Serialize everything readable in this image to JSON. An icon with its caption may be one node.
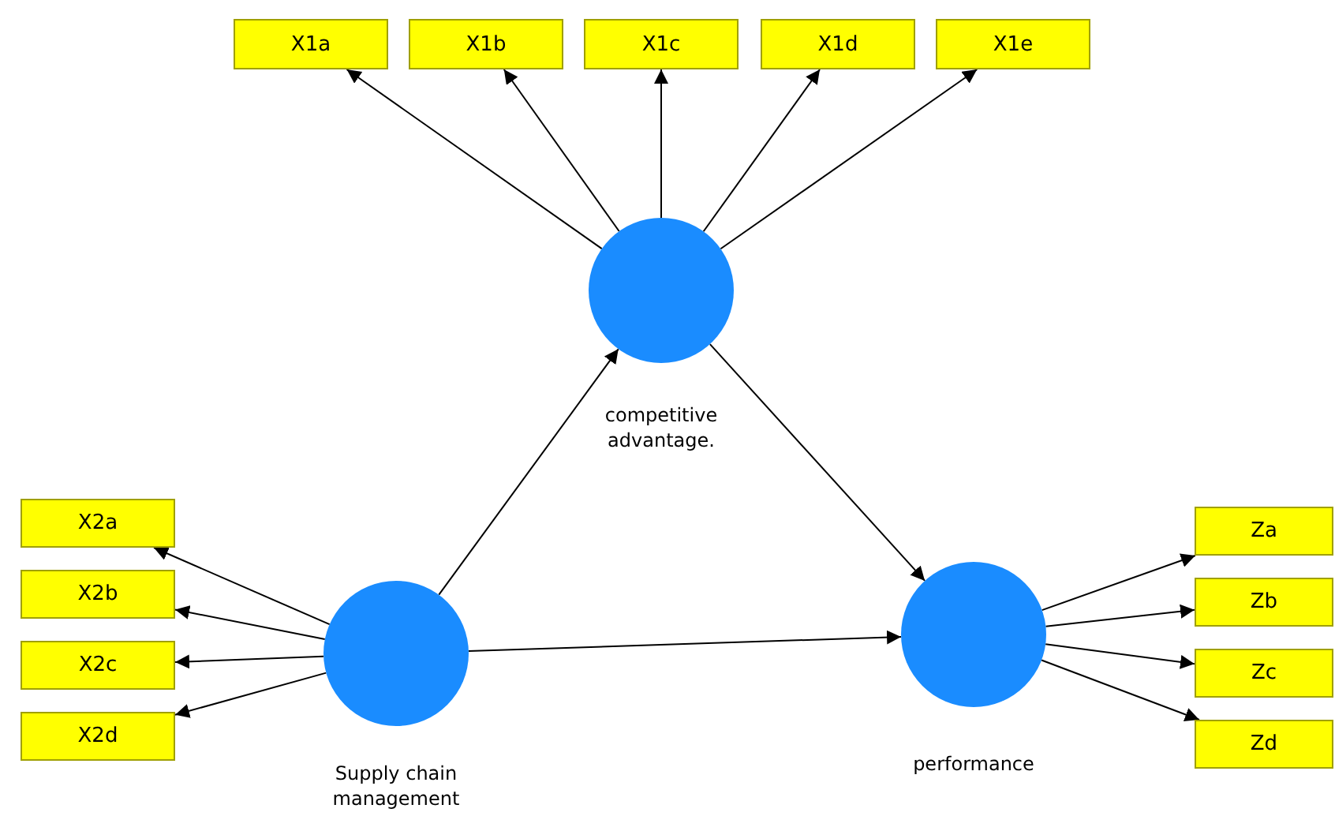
{
  "diagram": {
    "nodes": [
      {
        "text": [
          "X1a"
        ]
      },
      {
        "text": [
          "X1b"
        ]
      },
      {
        "text": [
          "X1c"
        ]
      },
      {
        "text": [
          "X1d"
        ]
      },
      {
        "text": [
          "X1e"
        ]
      },
      {
        "text": [
          "competitive advantage."
        ]
      },
      {
        "text": [
          "X2a"
        ]
      },
      {
        "text": [
          "X2b"
        ]
      },
      {
        "text": [
          "X2c"
        ]
      },
      {
        "text": [
          "X2d"
        ]
      },
      {
        "text": [
          "Supply chain management"
        ]
      },
      {
        "text": [
          "performance"
        ]
      },
      {
        "text": [
          "Za"
        ]
      },
      {
        "text": [
          "Zb"
        ]
      },
      {
        "text": [
          "Zc"
        ]
      },
      {
        "text": [
          "Zd"
        ]
      }
    ],
    "edges": [
      {
        "from": 5,
        "to": 0,
        "arrow": "to"
      },
      {
        "from": 5,
        "to": 1,
        "arrow": "to"
      },
      {
        "from": 5,
        "to": 2,
        "arrow": "to"
      },
      {
        "from": 5,
        "to": 3,
        "arrow": "to"
      },
      {
        "from": 5,
        "to": 4,
        "arrow": "to"
      },
      {
        "from": 10,
        "to": 5,
        "arrow": "to"
      },
      {
        "from": 5,
        "to": 11,
        "arrow": "to"
      },
      {
        "from": 10,
        "to": 11,
        "arrow": "to"
      },
      {
        "from": 10,
        "to": 6,
        "arrow": "to"
      },
      {
        "from": 10,
        "to": 7,
        "arrow": "to"
      },
      {
        "from": 10,
        "to": 8,
        "arrow": "to"
      },
      {
        "from": 10,
        "to": 9,
        "arrow": "to"
      },
      {
        "from": 11,
        "to": 12,
        "arrow": "to"
      },
      {
        "from": 11,
        "to": 13,
        "arrow": "to"
      },
      {
        "from": 11,
        "to": 14,
        "arrow": "to"
      },
      {
        "from": 11,
        "to": 15,
        "arrow": "to"
      }
    ]
  }
}
